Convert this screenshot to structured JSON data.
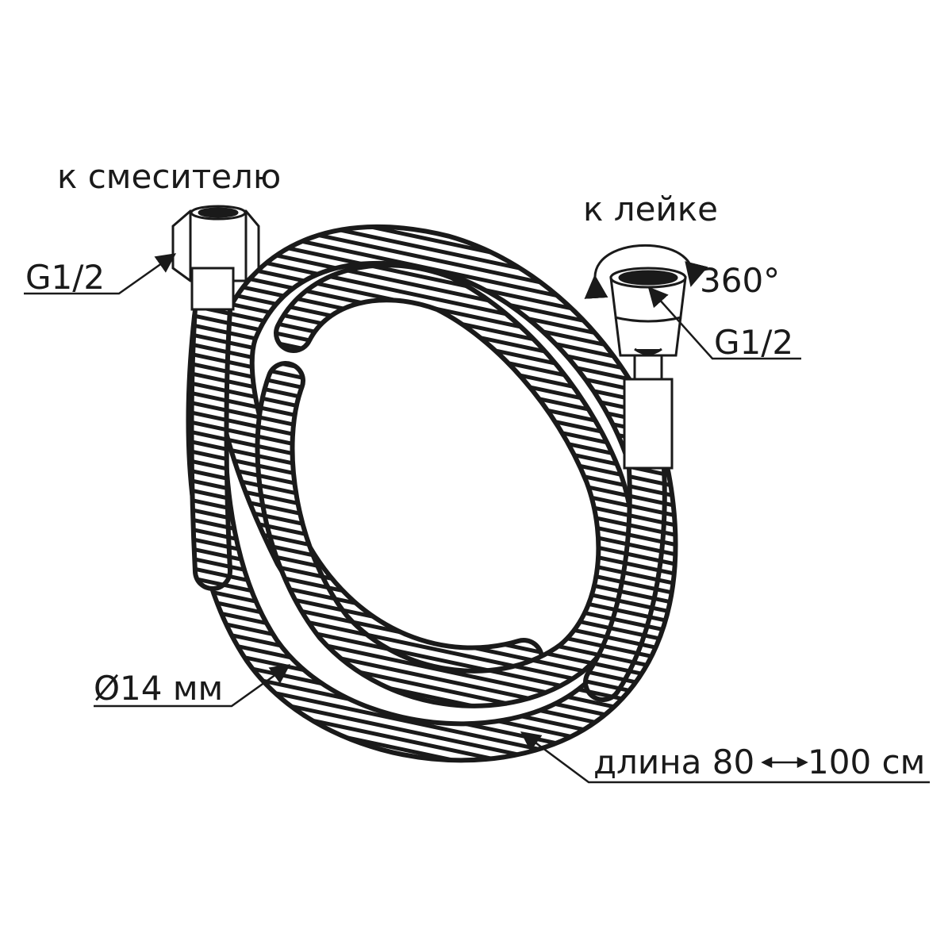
{
  "labels": {
    "mixer_end": "к смесителю",
    "shower_end": "к лейке",
    "rotation": "360°",
    "thread_left": "G1/2",
    "thread_right": "G1/2",
    "diameter": "Ø14 мм",
    "length_prefix": "длина 80",
    "length_suffix": "100 см"
  },
  "colors": {
    "ink": "#1a1a1a",
    "background": "#ffffff"
  },
  "icons": {
    "rotation": "circular-arrow-icon",
    "range": "double-arrow-icon"
  }
}
